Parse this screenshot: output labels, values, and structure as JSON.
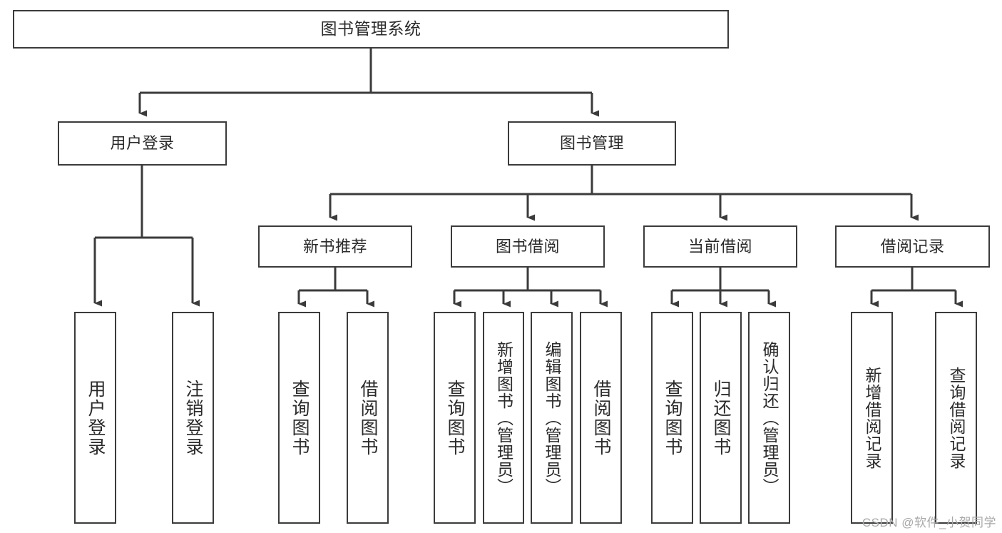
{
  "diagram": {
    "title": "图书管理系统",
    "type": "tree-hierarchy-chart",
    "root": {
      "id": "root",
      "label": "图书管理系统"
    },
    "level2": [
      {
        "id": "user-login",
        "label": "用户登录"
      },
      {
        "id": "book-manage",
        "label": "图书管理"
      }
    ],
    "level3": [
      {
        "id": "new-book-recommend",
        "label": "新书推荐",
        "parent": "book-manage"
      },
      {
        "id": "book-borrow",
        "label": "图书借阅",
        "parent": "book-manage"
      },
      {
        "id": "current-borrow",
        "label": "当前借阅",
        "parent": "book-manage"
      },
      {
        "id": "borrow-record",
        "label": "借阅记录",
        "parent": "book-manage"
      }
    ],
    "leaves": {
      "user_login": [
        {
          "id": "leaf-user-login",
          "label": "用户登录"
        },
        {
          "id": "leaf-logout",
          "label": "注销登录"
        }
      ],
      "new_book_recommend": [
        {
          "id": "leaf-query-book-1",
          "label": "查询图书"
        },
        {
          "id": "leaf-borrow-book-1",
          "label": "借阅图书"
        }
      ],
      "book_borrow": [
        {
          "id": "leaf-query-book-2",
          "label": "查询图书"
        },
        {
          "id": "leaf-add-book",
          "label": "新增图书（管理员）"
        },
        {
          "id": "leaf-edit-book",
          "label": "编辑图书（管理员）"
        },
        {
          "id": "leaf-borrow-book-2",
          "label": "借阅图书"
        }
      ],
      "current_borrow": [
        {
          "id": "leaf-query-book-3",
          "label": "查询图书"
        },
        {
          "id": "leaf-return-book",
          "label": "归还图书"
        },
        {
          "id": "leaf-confirm-return",
          "label": "确认归还（管理员）"
        }
      ],
      "borrow_record": [
        {
          "id": "leaf-add-record",
          "label": "新增借阅记录"
        },
        {
          "id": "leaf-query-record",
          "label": "查询借阅记录"
        }
      ]
    }
  },
  "watermark": {
    "text": "CSDN @软件_小贺同学"
  },
  "colors": {
    "border": "#3b3b3b",
    "text": "#2a2a2a",
    "background": "#ffffff",
    "connector": "#3b3b3b",
    "watermark": "#a8a8a8"
  }
}
